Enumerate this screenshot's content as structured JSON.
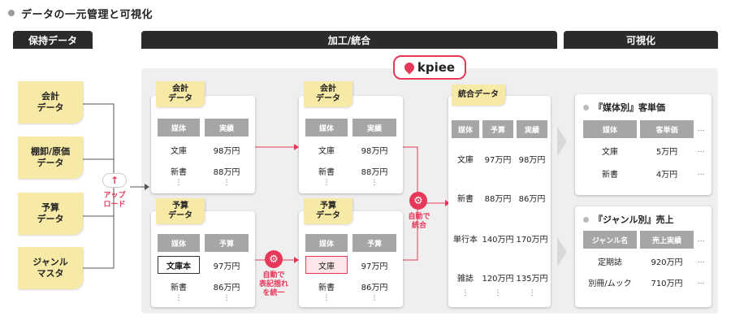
{
  "title": "データの一元管理と可視化",
  "sections": {
    "held": "保持データ",
    "process": "加工/統合",
    "visual": "可視化"
  },
  "sources": [
    "会計\nデータ",
    "棚卸/原価\nデータ",
    "予算\nデータ",
    "ジャンル\nマスタ"
  ],
  "upload_label": "アップ\nロード",
  "brand": "kpiee",
  "accounting_tag": "会計\nデータ",
  "budget_tag": "予算\nデータ",
  "col_media": "媒体",
  "col_actual": "実績",
  "col_budget": "予算",
  "acc_rows": [
    [
      "文庫",
      "98万円"
    ],
    [
      "新書",
      "88万円"
    ]
  ],
  "bud_rows_before": [
    [
      "文庫本",
      "97万円"
    ],
    [
      "新書",
      "86万円"
    ]
  ],
  "bud_rows_after": [
    [
      "文庫",
      "97万円"
    ],
    [
      "新書",
      "86万円"
    ]
  ],
  "ellipsis": "⋮",
  "hellip": "…",
  "normalize_label": "自動で\n表記揺れ\nを統一",
  "merge_label": "自動で\n統合",
  "merged_tag": "統合データ",
  "merged_rows": [
    [
      "文庫",
      "97万円",
      "98万円"
    ],
    [
      "新書",
      "88万円",
      "86万円"
    ],
    [
      "単行本",
      "140万円",
      "170万円"
    ],
    [
      "雑誌",
      "120万円",
      "135万円"
    ]
  ],
  "viz1": {
    "title": "『媒体別』客単価",
    "cols": [
      "媒体",
      "客単価"
    ],
    "rows": [
      [
        "文庫",
        "5万円"
      ],
      [
        "新書",
        "4万円"
      ]
    ]
  },
  "viz2": {
    "title": "『ジャンル別』売上",
    "cols": [
      "ジャンル名",
      "売上実績"
    ],
    "rows": [
      [
        "定期誌",
        "920万円"
      ],
      [
        "別冊/ムック",
        "710万円"
      ]
    ]
  },
  "colors": {
    "accent": "#e8385a",
    "note": "#f7eaa6",
    "header": "#a6a6a6",
    "banner": "#2b2b2b"
  }
}
